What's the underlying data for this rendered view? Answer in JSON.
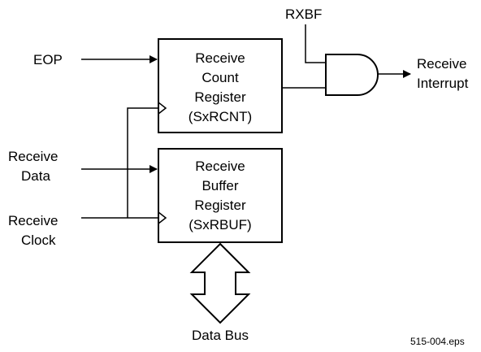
{
  "labels": {
    "eop": "EOP",
    "rxbf": "RXBF",
    "receive_data": [
      "Receive",
      "Data"
    ],
    "receive_clock": [
      "Receive",
      "Clock"
    ],
    "receive_interrupt": [
      "Receive",
      "Interrupt"
    ],
    "data_bus": "Data Bus",
    "file_name": "515-004.eps"
  },
  "blocks": {
    "count_register": [
      "Receive",
      "Count",
      "Register",
      "(SxRCNT)"
    ],
    "buffer_register": [
      "Receive",
      "Buffer",
      "Register",
      "(SxRBUF)"
    ]
  },
  "colors": {
    "line": "#000000",
    "background": "#ffffff"
  }
}
